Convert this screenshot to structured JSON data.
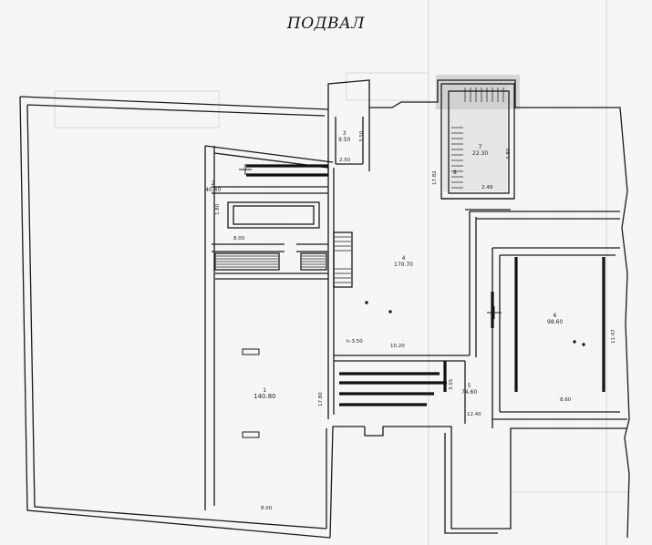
{
  "title": "ПОДВАЛ",
  "rooms": [
    {
      "id": "1",
      "area": "140.80"
    },
    {
      "id": "2",
      "area": "40.40"
    },
    {
      "id": "3",
      "area": "9.50"
    },
    {
      "id": "4",
      "area": "170.70"
    },
    {
      "id": "5",
      "area": "74.60"
    },
    {
      "id": "6",
      "area": "98.60"
    },
    {
      "id": "7",
      "area": "22.30"
    },
    {
      "id": "8",
      "area": ""
    }
  ],
  "dimensions": {
    "d_2_50": "2.50",
    "d_3_50": "3.50",
    "d_1_80": "1.80",
    "d_8_00_top": "8.00",
    "d_8_00_bottom": "8.00",
    "d_17_80": "17.80",
    "d_h_3_50": "h-3.50",
    "d_10_20": "10.20",
    "d_3_55": "3.55",
    "d_12_40": "12.40",
    "d_8_60": "8.60",
    "d_11_47": "11.47",
    "d_2_48": "2.48",
    "d_4_80": "4.80",
    "d_17_82": "17.82"
  }
}
